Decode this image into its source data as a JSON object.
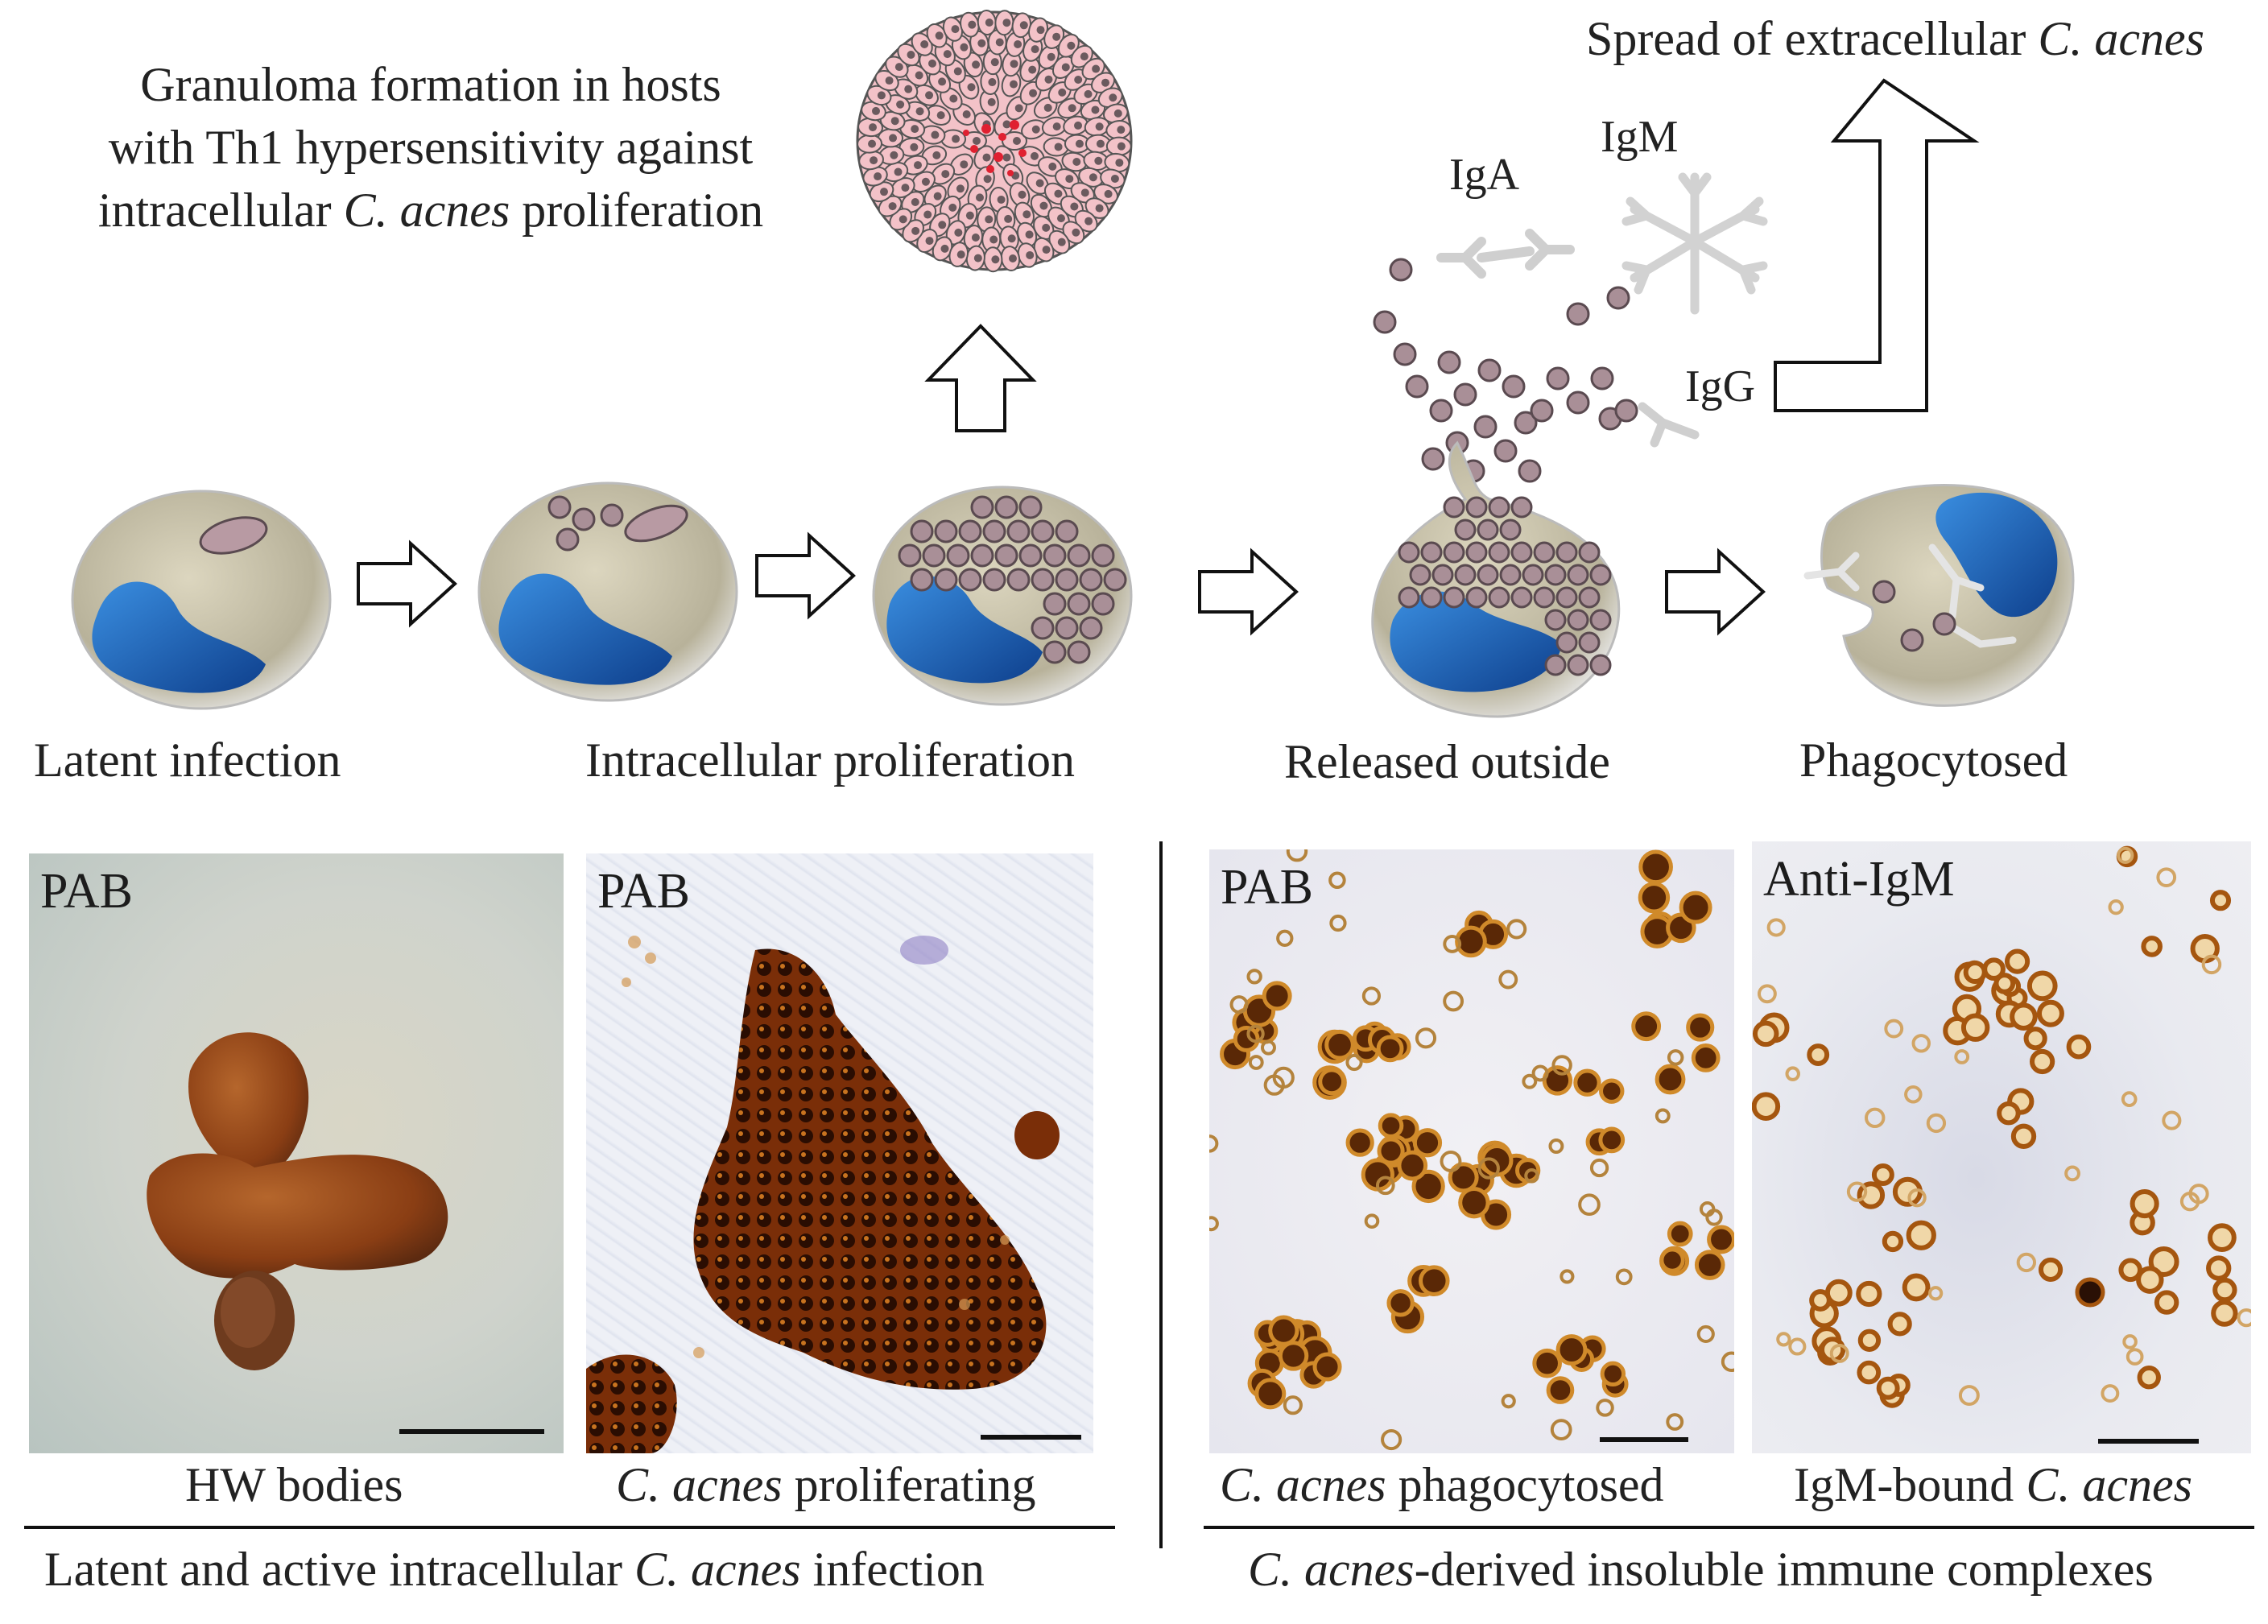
{
  "granuloma": {
    "line1": "Granuloma  formation in hosts",
    "line2": "with Th1 hypersensitivity against",
    "line3_pre": "intracellular",
    "line3_italic": "C. acnes",
    "line3_post": "proliferation"
  },
  "spread": {
    "pre": "Spread of extracellular",
    "italic": "C. acnes"
  },
  "antibodies": {
    "iga": "IgA",
    "igm": "IgM",
    "igg": "IgG"
  },
  "stages": {
    "latent": "Latent infection",
    "intracellular": "Intracellular  proliferation",
    "released": "Released outside",
    "phagocytosed": "Phagocytosed"
  },
  "panels": {
    "p1": {
      "label": "PAB",
      "caption": "HW bodies"
    },
    "p2": {
      "label": "PAB",
      "caption_italic": "C. acnes",
      "caption_post": "proliferating"
    },
    "p3": {
      "label": "PAB",
      "caption_italic": "C. acnes",
      "caption_post": "phagocytosed"
    },
    "p4": {
      "label": "Anti-IgM",
      "caption_pre": "IgM-bound",
      "caption_italic": "C. acnes"
    }
  },
  "groups": {
    "left_pre": "Latent and active intracellular",
    "left_italic": "C. acnes",
    "left_post": "infection",
    "right_italic": "C. acnes",
    "right_post": "-derived insoluble immune complexes"
  },
  "colors": {
    "cell_body": "#c8c2a8",
    "nucleus": "#1f6fc2",
    "bacterium": "#a98f97",
    "stain_brown": "#7a3510",
    "granuloma_pink": "#f3c2c8"
  }
}
